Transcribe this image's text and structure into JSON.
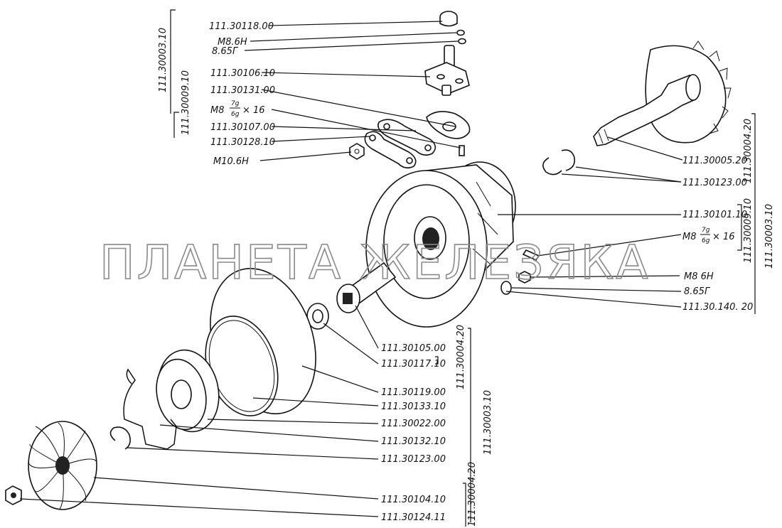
{
  "watermark": "ПЛАНЕТА ЖЕЛЕЗЯКА",
  "labels": {
    "p_30118": "111.30118.00",
    "p_m8_6h_top": "М8.6Н",
    "p_865_top": "8.65Г",
    "p_30106": "111.30106.10",
    "p_30131": "111.30131.00",
    "p_bolt_top_pre": "М8",
    "p_bolt_top_num": "7g",
    "p_bolt_top_den": "6g",
    "p_bolt_top_post": "× 16",
    "p_30107": "111.30107.00",
    "p_30128": "111.30128.10",
    "p_m10": "М10.6Н",
    "p_30005": "111.30005.20",
    "p_30123_right": "111.30123.00",
    "p_30101": "111.30101.10",
    "p_bolt_r_pre": "М8",
    "p_bolt_r_num": "7g",
    "p_bolt_r_den": "6g",
    "p_bolt_r_post": "× 16",
    "p_m8_6h_r": "М8 6Н",
    "p_865_r": "8.65Г",
    "p_30140": "111.30.140. 20",
    "p_30105": "111.30105.00",
    "p_30117": "111.30117.10",
    "p_30119": "111.30119.00",
    "p_30133": "111.30133.10",
    "p_30022": "111.30022.00",
    "p_30132": "111.30132.10",
    "p_30123_bottom": "111.30123.00",
    "p_30104": "111.30104.10",
    "p_30124": "111.30124.11"
  },
  "assemblies": {
    "top_outer": "111.30003.10",
    "top_inner": "111.30009.10",
    "right_a": "111.30004.20",
    "right_b": "111.30009.10",
    "right_c": "111.30003.10",
    "mid_a": "111.30004.20",
    "mid_b": "111.30003.10",
    "bottom": "111.30004.20"
  }
}
